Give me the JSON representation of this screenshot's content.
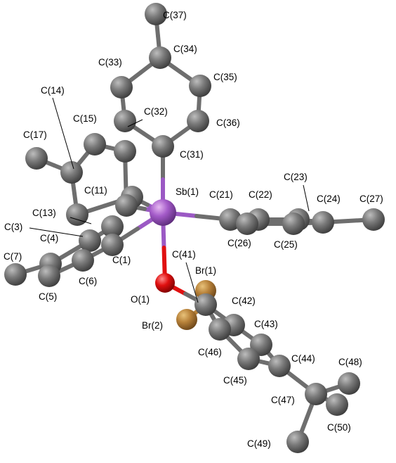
{
  "atoms": {
    "Sb1": {
      "label": "Sb(1)",
      "element": "Sb"
    },
    "O1": {
      "label": "O(1)",
      "element": "O"
    },
    "Br1": {
      "label": "Br(1)",
      "element": "Br"
    },
    "Br2": {
      "label": "Br(2)",
      "element": "Br"
    },
    "C1": {
      "label": "C(1)",
      "element": "C"
    },
    "C3": {
      "label": "C(3)",
      "element": "C"
    },
    "C4": {
      "label": "C(4)",
      "element": "C"
    },
    "C5": {
      "label": "C(5)",
      "element": "C"
    },
    "C6": {
      "label": "C(6)",
      "element": "C"
    },
    "C7": {
      "label": "C(7)",
      "element": "C"
    },
    "C11": {
      "label": "C(11)",
      "element": "C"
    },
    "C13": {
      "label": "C(13)",
      "element": "C"
    },
    "C14": {
      "label": "C(14)",
      "element": "C"
    },
    "C15": {
      "label": "C(15)",
      "element": "C"
    },
    "C17": {
      "label": "C(17)",
      "element": "C"
    },
    "C21": {
      "label": "C(21)",
      "element": "C"
    },
    "C22": {
      "label": "C(22)",
      "element": "C"
    },
    "C23": {
      "label": "C(23)",
      "element": "C"
    },
    "C24": {
      "label": "C(24)",
      "element": "C"
    },
    "C25": {
      "label": "C(25)",
      "element": "C"
    },
    "C26": {
      "label": "C(26)",
      "element": "C"
    },
    "C27": {
      "label": "C(27)",
      "element": "C"
    },
    "C31": {
      "label": "C(31)",
      "element": "C"
    },
    "C32": {
      "label": "C(32)",
      "element": "C"
    },
    "C33": {
      "label": "C(33)",
      "element": "C"
    },
    "C34": {
      "label": "C(34)",
      "element": "C"
    },
    "C35": {
      "label": "C(35)",
      "element": "C"
    },
    "C36": {
      "label": "C(36)",
      "element": "C"
    },
    "C37": {
      "label": "C(37)",
      "element": "C"
    },
    "C41": {
      "label": "C(41)",
      "element": "C"
    },
    "C42": {
      "label": "C(42)",
      "element": "C"
    },
    "C43": {
      "label": "C(43)",
      "element": "C"
    },
    "C44": {
      "label": "C(44)",
      "element": "C"
    },
    "C45": {
      "label": "C(45)",
      "element": "C"
    },
    "C46": {
      "label": "C(46)",
      "element": "C"
    },
    "C47": {
      "label": "C(47)",
      "element": "C"
    },
    "C48": {
      "label": "C(48)",
      "element": "C"
    },
    "C49": {
      "label": "C(49)",
      "element": "C"
    },
    "C50": {
      "label": "C(50)",
      "element": "C"
    }
  },
  "element_colors": {
    "C": "#6e6e6e",
    "Sb": "#9b59c4",
    "O": "#e01010",
    "Br": "#b8823a"
  }
}
